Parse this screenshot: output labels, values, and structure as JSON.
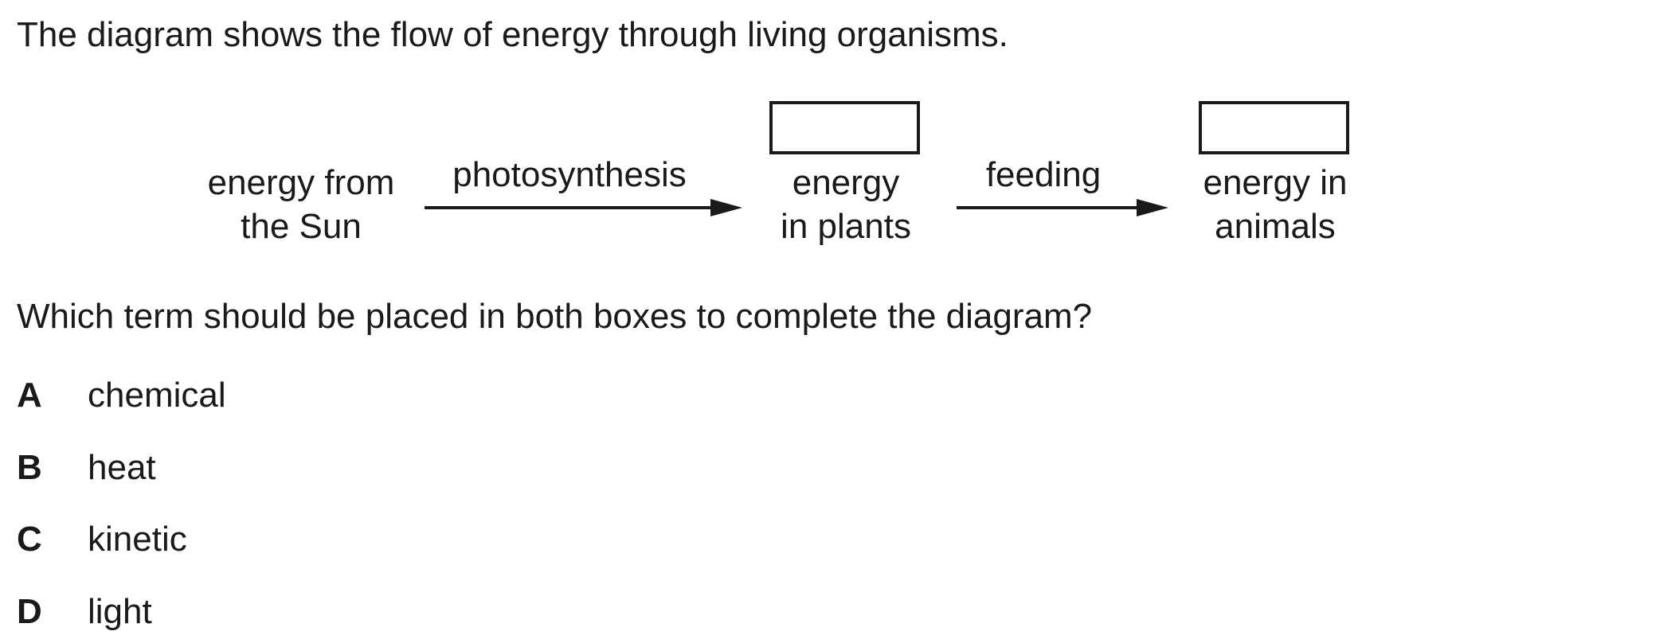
{
  "intro": "The diagram shows the flow of energy through living organisms.",
  "diagram": {
    "source": {
      "line1": "energy from",
      "line2": "the Sun"
    },
    "arrow1_label": "photosynthesis",
    "plants": {
      "line1": "energy",
      "line2": "in plants"
    },
    "arrow2_label": "feeding",
    "animals": {
      "line1": "energy in",
      "line2": "animals"
    }
  },
  "question": "Which term should be placed in both boxes to complete the diagram?",
  "options": [
    {
      "letter": "A",
      "text": "chemical"
    },
    {
      "letter": "B",
      "text": "heat"
    },
    {
      "letter": "C",
      "text": "kinetic"
    },
    {
      "letter": "D",
      "text": "light"
    }
  ]
}
